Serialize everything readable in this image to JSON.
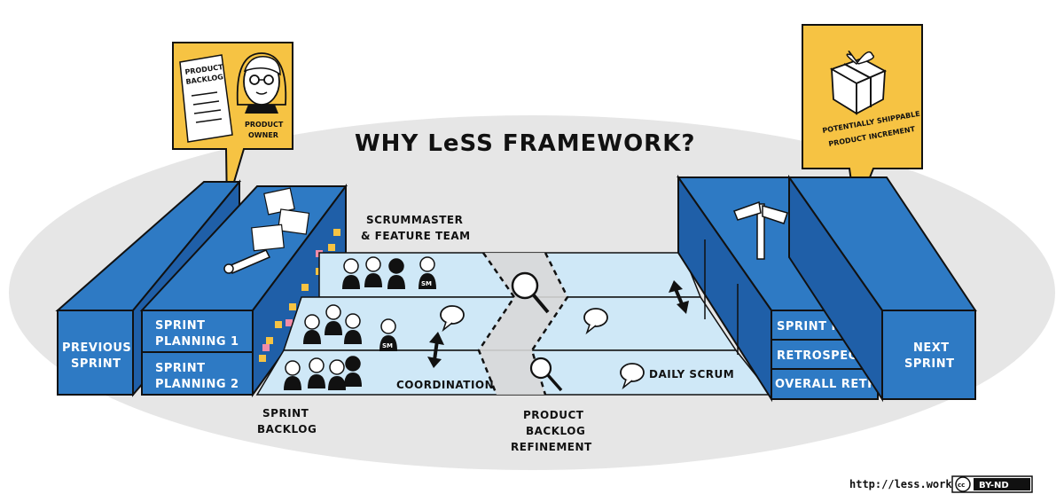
{
  "title": "WHY LeSS FRAMEWORK?",
  "product_owner": {
    "label": "PRODUCT OWNER",
    "backlog_label_line1": "PRODUCT",
    "backlog_label_line2": "BACKLOG"
  },
  "increment": {
    "label_line1": "POTENTIALLY SHIPPABLE",
    "label_line2": "PRODUCT INCREMENT"
  },
  "team_label_line1": "SCRUMMASTER",
  "team_label_line2": "& FEATURE TEAM",
  "sm_badge": "SM",
  "previous_sprint_line1": "PREVIOUS",
  "previous_sprint_line2": "SPRINT",
  "next_sprint_line1": "NEXT",
  "next_sprint_line2": "SPRINT",
  "sprint_planning_1_line1": "SPRINT",
  "sprint_planning_1_line2": "PLANNING 1",
  "sprint_planning_2_line1": "SPRINT",
  "sprint_planning_2_line2": "PLANNING 2",
  "sprint_review": "SPRINT REVIEW",
  "retrospective": "RETROSPECTIVE",
  "overall_retrospective": "OVERALL RETROSPECTIVE",
  "coordination": "COORDINATION",
  "daily_scrum": "DAILY SCRUM",
  "sprint_backlog_line1": "SPRINT",
  "sprint_backlog_line2": "BACKLOG",
  "pbr_line1": "PRODUCT",
  "pbr_line2": "BACKLOG",
  "pbr_line3": "REFINEMENT",
  "url": "http://less.works",
  "license": "BY-ND",
  "cc_mark": "cc",
  "colors": {
    "yellow": "#F6C343",
    "blue_dark": "#1F5FA8",
    "blue_mid": "#2E7AC4",
    "blue_light": "#CFE8F7",
    "ellipse": "#E8E8E8"
  }
}
